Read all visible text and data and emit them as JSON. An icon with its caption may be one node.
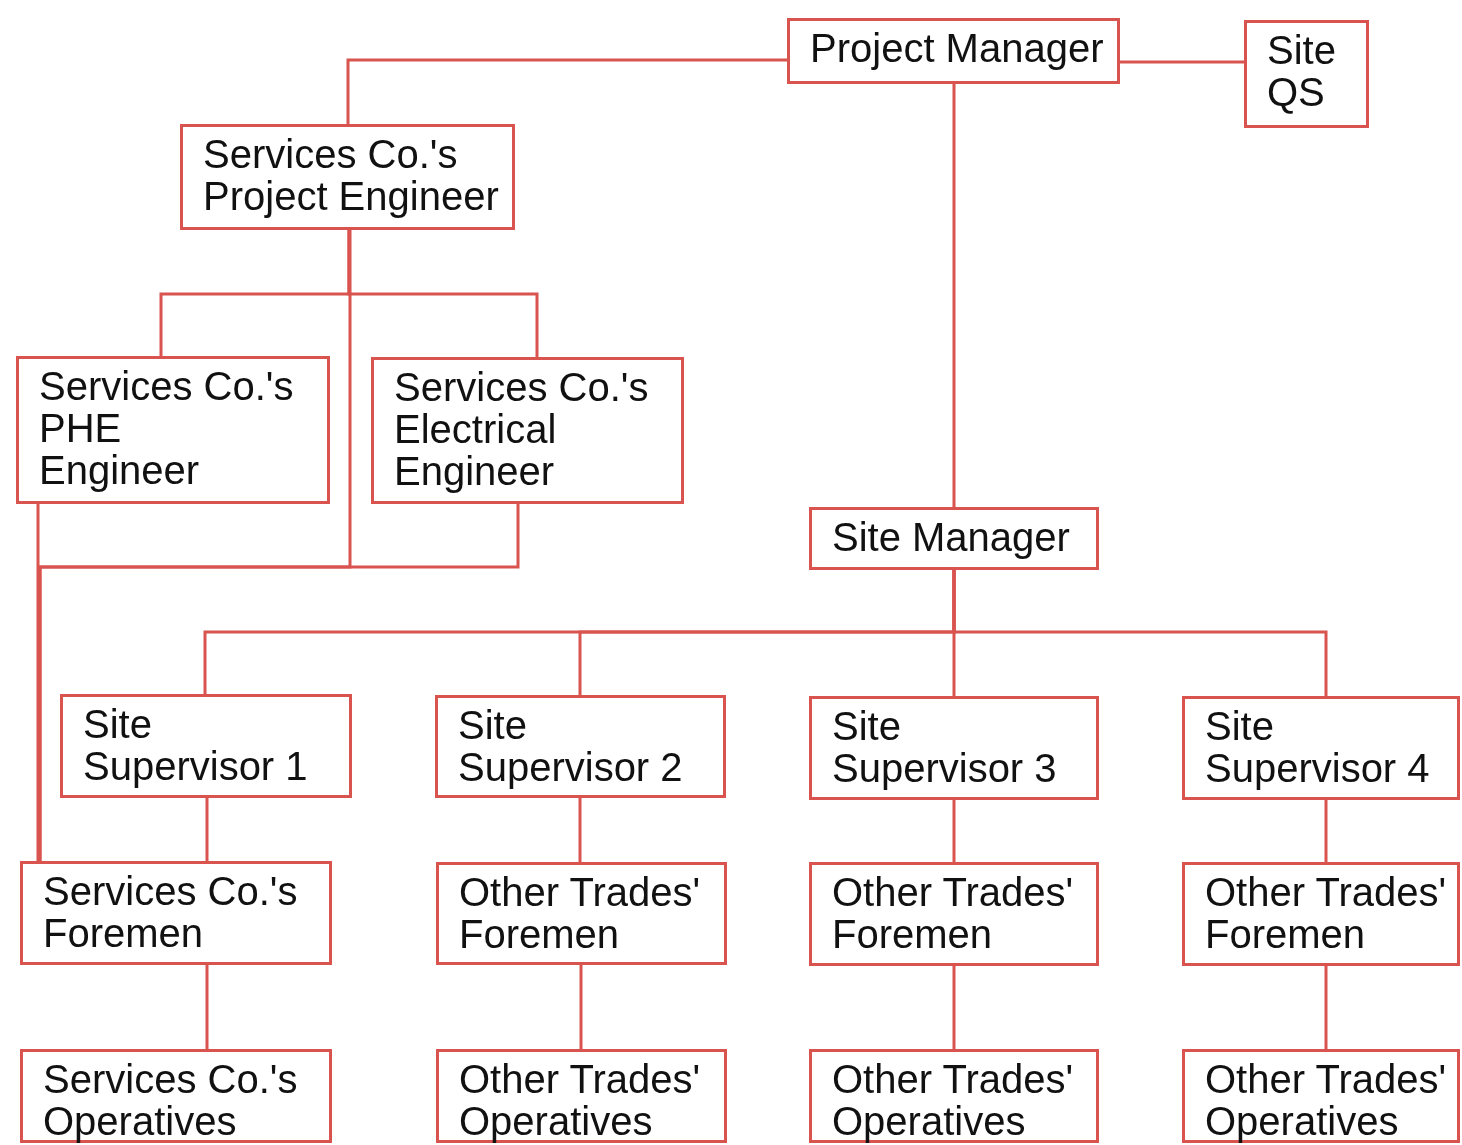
{
  "diagram": {
    "nodes": [
      {
        "text": [
          "Project Manager"
        ]
      },
      {
        "text": [
          "Site QS"
        ]
      },
      {
        "text": [
          "Services Co.'s Project Engineer"
        ]
      },
      {
        "text": [
          "Services Co.'s PHE Engineer"
        ]
      },
      {
        "text": [
          "Services Co.'s Electrical Engineer"
        ]
      },
      {
        "text": [
          "Site Manager"
        ]
      },
      {
        "text": [
          "Site Supervisor 1"
        ]
      },
      {
        "text": [
          "Site Supervisor 2"
        ]
      },
      {
        "text": [
          "Site Supervisor 3"
        ]
      },
      {
        "text": [
          "Site Supervisor 4"
        ]
      },
      {
        "text": [
          "Services Co.'s Foremen"
        ]
      },
      {
        "text": [
          "Other Trades' Foremen"
        ]
      },
      {
        "text": [
          "Other Trades' Foremen"
        ]
      },
      {
        "text": [
          "Other Trades' Foremen"
        ]
      },
      {
        "text": [
          "Services Co.'s Operatives"
        ]
      },
      {
        "text": [
          "Other Trades' Operatives"
        ]
      },
      {
        "text": [
          "Other Trades' Operatives"
        ]
      },
      {
        "text": [
          "Other Trades' Operatives"
        ]
      }
    ],
    "edges": [
      {
        "from": 0,
        "to": 1,
        "arrow": "none"
      },
      {
        "from": 0,
        "to": 2,
        "arrow": "none"
      },
      {
        "from": 0,
        "to": 5,
        "arrow": "none"
      },
      {
        "from": 2,
        "to": 3,
        "arrow": "none"
      },
      {
        "from": 2,
        "to": 4,
        "arrow": "none"
      },
      {
        "from": 2,
        "to": 10,
        "arrow": "none"
      },
      {
        "from": 3,
        "to": 10,
        "arrow": "none"
      },
      {
        "from": 4,
        "to": 10,
        "arrow": "none"
      },
      {
        "from": 5,
        "to": 6,
        "arrow": "none"
      },
      {
        "from": 5,
        "to": 7,
        "arrow": "none"
      },
      {
        "from": 5,
        "to": 8,
        "arrow": "none"
      },
      {
        "from": 5,
        "to": 9,
        "arrow": "none"
      },
      {
        "from": 6,
        "to": 10,
        "arrow": "none"
      },
      {
        "from": 7,
        "to": 11,
        "arrow": "none"
      },
      {
        "from": 8,
        "to": 12,
        "arrow": "none"
      },
      {
        "from": 9,
        "to": 13,
        "arrow": "none"
      },
      {
        "from": 10,
        "to": 14,
        "arrow": "none"
      },
      {
        "from": 11,
        "to": 15,
        "arrow": "none"
      },
      {
        "from": 12,
        "to": 16,
        "arrow": "none"
      },
      {
        "from": 13,
        "to": 17,
        "arrow": "none"
      }
    ]
  }
}
